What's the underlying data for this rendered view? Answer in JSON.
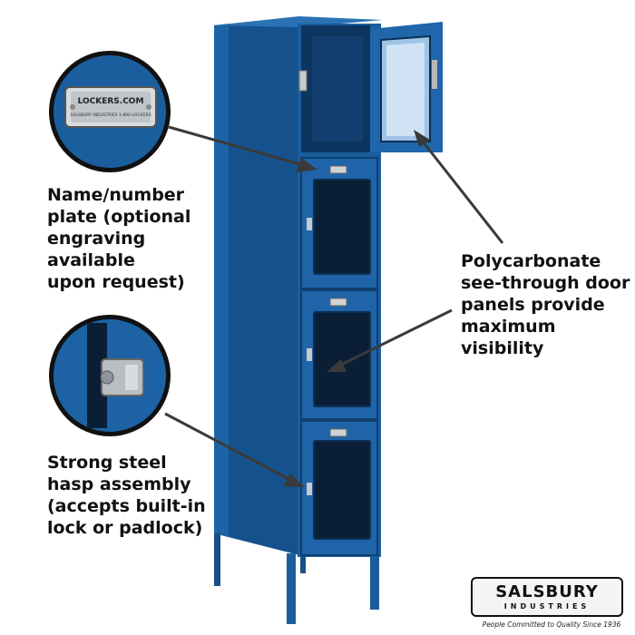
{
  "callouts": {
    "name_plate": "Name/number\nplate (optional\nengraving available\nupon request)",
    "panels": "Polycarbonate\nsee-through door\npanels provide\nmaximum visibility",
    "hasp": "Strong steel\nhasp assembly\n(accepts built-in\nlock or padlock)"
  },
  "plate": {
    "brand": "LOCKERS.COM",
    "line": "SALSBURY INDUSTRIES  1-800-LOCKERS"
  },
  "logo": {
    "name": "SALSBURY",
    "sub": "INDUSTRIES",
    "tagline": "People Committed to Quality Since 1936"
  },
  "colors": {
    "locker_blue": "#1b5e9e",
    "locker_shadow": "#0f3f70",
    "locker_highlight": "#2f78bb",
    "window_dark": "#0a1f36"
  },
  "product": {
    "tiers": 4,
    "open_door_tier": 1
  }
}
